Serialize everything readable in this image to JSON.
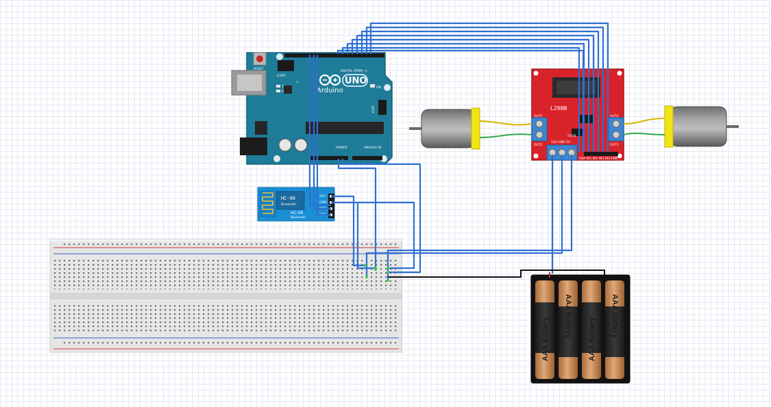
{
  "arduino": {
    "reset_label": "RESET",
    "icsp2_label": "ICSP2",
    "tx_label": "TX",
    "rx_label": "RX",
    "l_label": "L",
    "brand_label": "Arduino",
    "model_label": "UNO",
    "on_label": "ON",
    "digital_label": "DIGITAL (PWM ~)",
    "power_label": "POWER",
    "analog_label": "ANALOG IN",
    "icsp_label": "ICSP"
  },
  "bluetooth": {
    "title": "HC-06",
    "subtitle": "Bluetooth",
    "pins": [
      "VCC",
      "GND",
      "TXD",
      "RXD"
    ]
  },
  "driver": {
    "chip_label": "L298N",
    "out1": "OUT1",
    "out2": "OUT2",
    "out3": "OUT3",
    "out4": "OUT4",
    "power_pins": "12V GND 5V",
    "enable_label": "5VEN",
    "input_pins": "ENA IN1 IN2 IN3 IN4 ENB"
  },
  "battery": {
    "cells": [
      "AAA Battery",
      "AAA Battery",
      "AAA Battery",
      "AAA Battery"
    ]
  },
  "colors": {
    "wire": "#2f6fd1",
    "arduino_board": "#1f7c98",
    "driver_board": "#d9232a",
    "bluetooth_board": "#1a8fd6",
    "battery_copper": "#c88a55"
  }
}
